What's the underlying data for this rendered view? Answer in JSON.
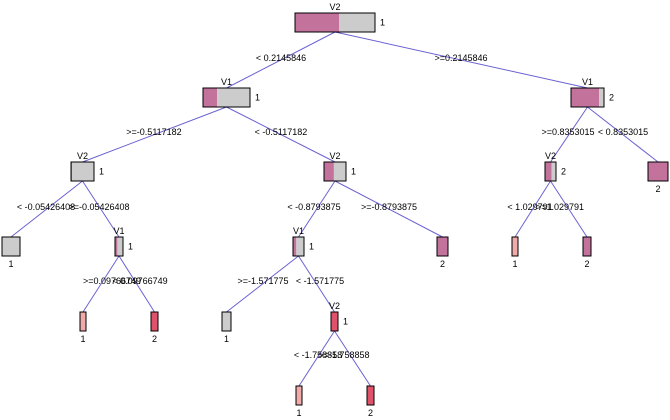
{
  "colors": {
    "pink": "#c2729b",
    "grey": "#cccccc",
    "lightRed": "#f0aaaa",
    "red": "#e0526a",
    "edge": "#6a62d2"
  },
  "nodes": [
    {
      "id": "n1",
      "var": "V2",
      "leaf": "1",
      "mix": [
        0.55,
        0.45
      ],
      "colors": [
        "pink",
        "grey"
      ]
    },
    {
      "id": "n2",
      "var": "V1",
      "leaf": "1",
      "mix": [
        0.3,
        0.7
      ],
      "colors": [
        "pink",
        "grey"
      ]
    },
    {
      "id": "n3",
      "var": "V1",
      "leaf": "2",
      "mix": [
        0.85,
        0.15
      ],
      "colors": [
        "pink",
        "grey"
      ]
    },
    {
      "id": "n4",
      "var": "V2",
      "leaf": "1",
      "mix": [
        0.05,
        0.95
      ],
      "colors": [
        "pink",
        "grey"
      ]
    },
    {
      "id": "n5",
      "var": "V2",
      "leaf": "1",
      "mix": [
        0.45,
        0.55
      ],
      "colors": [
        "pink",
        "grey"
      ]
    },
    {
      "id": "n6",
      "var": "V2",
      "leaf": "2",
      "mix": [
        0.6,
        0.4
      ],
      "colors": [
        "pink",
        "grey"
      ]
    },
    {
      "id": "n7",
      "var": "",
      "leaf": "2",
      "mix": [
        1.0
      ],
      "colors": [
        "pink"
      ]
    },
    {
      "id": "n8",
      "var": "",
      "leaf": "1",
      "mix": [
        1.0
      ],
      "colors": [
        "grey"
      ]
    },
    {
      "id": "n9",
      "var": "V1",
      "leaf": "1",
      "mix": [
        0.3,
        0.7
      ],
      "colors": [
        "pink",
        "grey"
      ]
    },
    {
      "id": "n10",
      "var": "V1",
      "leaf": "1",
      "mix": [
        0.3,
        0.7
      ],
      "colors": [
        "pink",
        "grey"
      ]
    },
    {
      "id": "n11",
      "var": "",
      "leaf": "2",
      "mix": [
        1.0
      ],
      "colors": [
        "pink"
      ]
    },
    {
      "id": "n12",
      "var": "",
      "leaf": "1",
      "mix": [
        1.0
      ],
      "colors": [
        "lightRed"
      ]
    },
    {
      "id": "n13",
      "var": "",
      "leaf": "2",
      "mix": [
        1.0
      ],
      "colors": [
        "pink"
      ]
    },
    {
      "id": "n14",
      "var": "",
      "leaf": "1",
      "mix": [
        1.0
      ],
      "colors": [
        "lightRed"
      ]
    },
    {
      "id": "n15",
      "var": "",
      "leaf": "2",
      "mix": [
        1.0
      ],
      "colors": [
        "red"
      ]
    },
    {
      "id": "n16",
      "var": "",
      "leaf": "1",
      "mix": [
        1.0
      ],
      "colors": [
        "grey"
      ]
    },
    {
      "id": "n17",
      "var": "V2",
      "leaf": "1",
      "mix": [
        1.0
      ],
      "colors": [
        "red"
      ]
    },
    {
      "id": "n18",
      "var": "",
      "leaf": "1",
      "mix": [
        1.0
      ],
      "colors": [
        "lightRed"
      ]
    },
    {
      "id": "n19",
      "var": "",
      "leaf": "2",
      "mix": [
        1.0
      ],
      "colors": [
        "red"
      ]
    }
  ],
  "edges": [
    {
      "from": "n1",
      "to": "n2",
      "label": "< 0.2145846"
    },
    {
      "from": "n1",
      "to": "n3",
      "label": ">=0.2145846"
    },
    {
      "from": "n2",
      "to": "n4",
      "label": ">=-0.5117182"
    },
    {
      "from": "n2",
      "to": "n5",
      "label": "< -0.5117182"
    },
    {
      "from": "n3",
      "to": "n6",
      "label": ">=0.8353015"
    },
    {
      "from": "n3",
      "to": "n7",
      "label": "< 0.8353015"
    },
    {
      "from": "n4",
      "to": "n8",
      "label": "< -0.05426408"
    },
    {
      "from": "n4",
      "to": "n9",
      "label": ">=-0.05426408"
    },
    {
      "from": "n5",
      "to": "n10",
      "label": "< -0.8793875"
    },
    {
      "from": "n5",
      "to": "n11",
      "label": ">=-0.8793875"
    },
    {
      "from": "n6",
      "to": "n12",
      "label": "< 1.029791"
    },
    {
      "from": "n6",
      "to": "n13",
      "label": ">=1.029791"
    },
    {
      "from": "n9",
      "to": "n14",
      "label": ">=0.09766749"
    },
    {
      "from": "n9",
      "to": "n15",
      "label": "< 0.09766749"
    },
    {
      "from": "n10",
      "to": "n16",
      "label": ">=-1.571775"
    },
    {
      "from": "n10",
      "to": "n17",
      "label": "< -1.571775"
    },
    {
      "from": "n17",
      "to": "n18",
      "label": "< -1.758858"
    },
    {
      "from": "n17",
      "to": "n19",
      "label": ">=-1.758858"
    }
  ]
}
